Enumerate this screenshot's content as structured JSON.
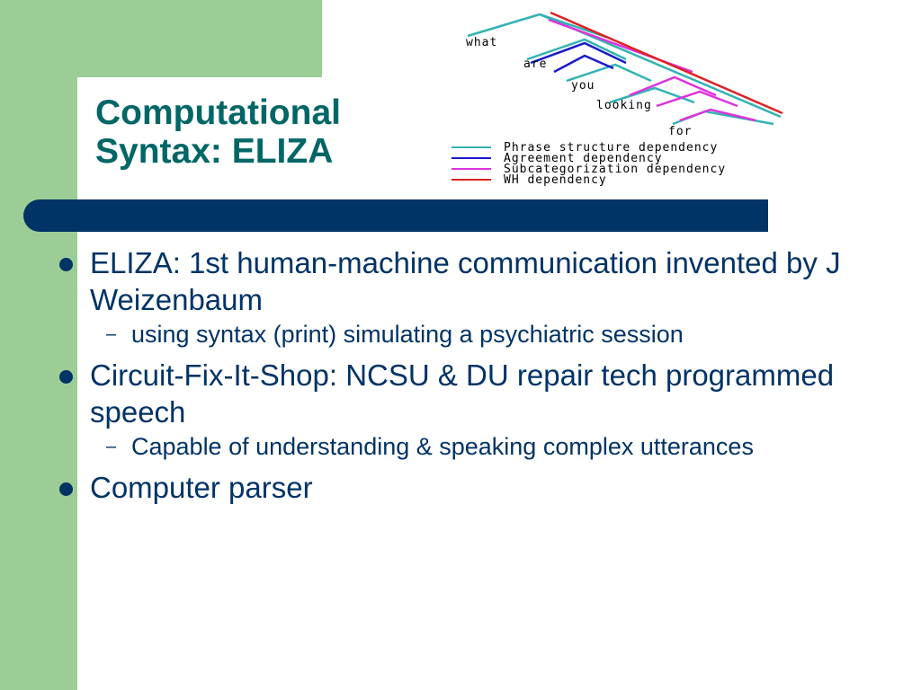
{
  "slide": {
    "title_line1": "Computational",
    "title_line2": "Syntax: ELIZA"
  },
  "diagram": {
    "words": [
      "what",
      "are",
      "you",
      "looking",
      "for"
    ],
    "legend": [
      {
        "label": "Phrase structure dependency",
        "color": "#33b3b3"
      },
      {
        "label": "Agreement dependency",
        "color": "#1a1acc"
      },
      {
        "label": "Subcategorization dependency",
        "color": "#dd33dd"
      },
      {
        "label": "WH dependency",
        "color": "#dd2222"
      }
    ]
  },
  "bullets": [
    {
      "text": "ELIZA: 1st human-machine communication invented by J Weizenbaum",
      "sub": [
        "using syntax (print) simulating a psychiatric session"
      ]
    },
    {
      "text": "Circuit-Fix-It-Shop: NCSU & DU repair tech programmed speech",
      "sub": [
        "Capable of understanding & speaking complex utterances"
      ]
    },
    {
      "text": "Computer parser",
      "sub": []
    }
  ],
  "colors": {
    "green": "#9dcd96",
    "navy": "#003366",
    "teal": "#006666"
  }
}
